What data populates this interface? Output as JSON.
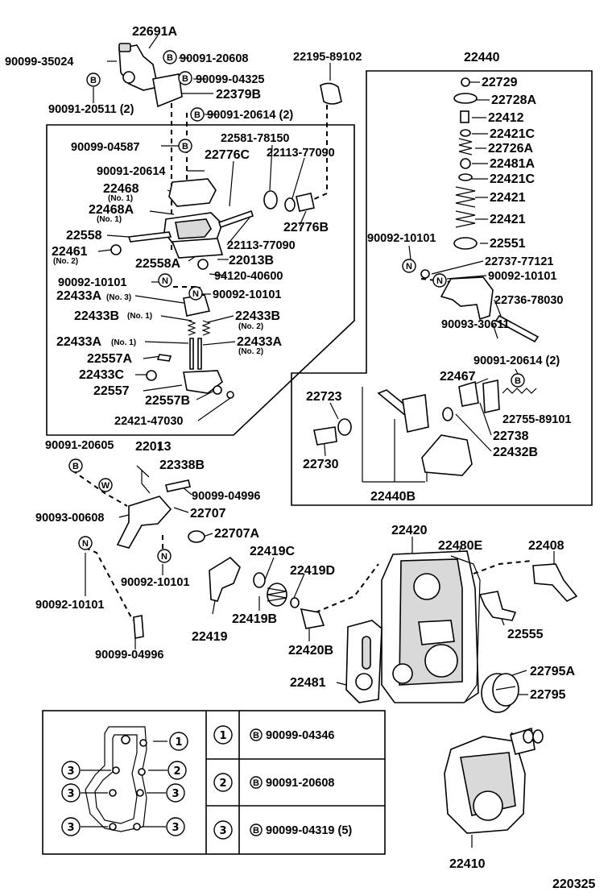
{
  "diagram_id": "220325",
  "parts_upper_left": {
    "p22691A": "22691A",
    "p90099_35024": "90099-35024",
    "p90091_20608": "90091-20608",
    "p90099_04325": "90099-04325",
    "p90091_20511": "90091-20511 (2)",
    "p22379B": "22379B",
    "p90091_20614_2": "90091-20614 (2)",
    "p22195_89102": "22195-89102",
    "p90099_04587": "90099-04587",
    "p22581_78150": "22581-78150",
    "p22776C": "22776C",
    "p22113_77090a": "22113-77090",
    "p90091_20614": "90091-20614",
    "p22468": "22468",
    "p22468_no1": "(No. 1)",
    "p22468A": "22468A",
    "p22468A_no1": "(No. 1)",
    "p22776B": "22776B",
    "p22558": "22558",
    "p22113_77090b": "22113-77090",
    "p22461": "22461",
    "p22461_no2": "(No. 2)",
    "p22558A": "22558A",
    "p22013B": "22013B",
    "p94120_40600": "94120-40600",
    "p90092_10101a": "90092-10101",
    "p90092_10101b": "90092-10101",
    "p22433A_no3": "22433A",
    "p22433A_no3_tag": "(No. 3)",
    "p22433B_no1": "22433B",
    "p22433B_no1_tag": "(No. 1)",
    "p22433B_no2": "22433B",
    "p22433B_no2_tag": "(No. 2)",
    "p22433A_no1": "22433A",
    "p22433A_no1_tag": "(No. 1)",
    "p22433A_no2": "22433A",
    "p22433A_no2_tag": "(No. 2)",
    "p22557A": "22557A",
    "p22433C": "22433C",
    "p22557": "22557",
    "p22557B": "22557B",
    "p22421_47030": "22421-47030",
    "p22013": "22013"
  },
  "parts_right_box": {
    "p22440": "22440",
    "p22729": "22729",
    "p22728A": "22728A",
    "p22412": "22412",
    "p22421C_a": "22421C",
    "p22726A": "22726A",
    "p22481A": "22481A",
    "p22421C_b": "22421C",
    "p22421_a": "22421",
    "p22421_b": "22421",
    "p90092_10101c": "90092-10101",
    "p22551": "22551",
    "p22737_77121": "22737-77121",
    "p90092_10101d": "90092-10101",
    "p22736_78030": "22736-78030",
    "p90093_30611": "90093-30611",
    "p90091_20614_r": "90091-20614 (2)",
    "p22467": "22467",
    "p22723": "22723",
    "p22755_89101": "22755-89101",
    "p22738": "22738",
    "p22730": "22730",
    "p22432B": "22432B",
    "p22440B": "22440B"
  },
  "parts_lower": {
    "p90091_20605": "90091-20605",
    "p22338B": "22338B",
    "p90099_04996a": "90099-04996",
    "p90093_00608": "90093-00608",
    "p22707": "22707",
    "p22707A": "22707A",
    "p90092_10101e": "90092-10101",
    "p90092_10101f": "90092-10101",
    "p90099_04996b": "90099-04996",
    "p22420": "22420",
    "p22480E": "22480E",
    "p22408": "22408",
    "p22419C": "22419C",
    "p22419D": "22419D",
    "p22419B": "22419B",
    "p22419": "22419",
    "p22555": "22555",
    "p22420B": "22420B",
    "p22481": "22481",
    "p22795A": "22795A",
    "p22795": "22795",
    "p22410": "22410"
  },
  "symbols": {
    "bolt": "B",
    "nut": "N",
    "washer": "W"
  },
  "legend": {
    "rows": [
      {
        "ref": "1",
        "part": "90099-04346"
      },
      {
        "ref": "2",
        "part": "90091-20608"
      },
      {
        "ref": "3",
        "part": "90099-04319 (5)"
      }
    ],
    "gasket_refs": [
      "1",
      "2",
      "3",
      "3",
      "3",
      "3",
      "3"
    ]
  }
}
